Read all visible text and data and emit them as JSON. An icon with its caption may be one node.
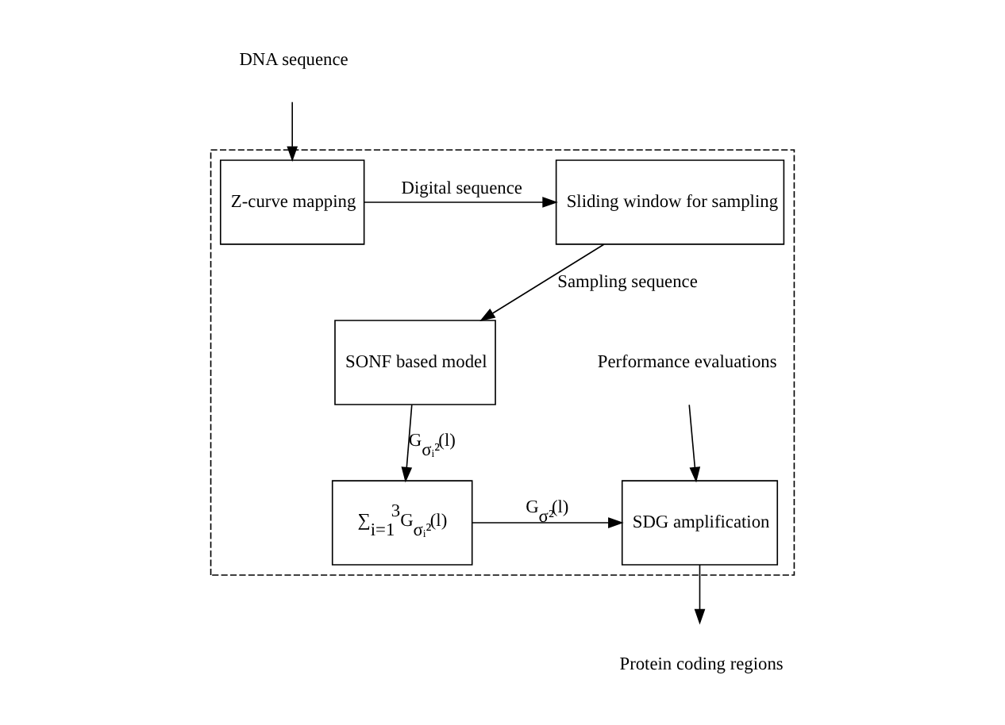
{
  "diagram": {
    "nodes": [
      {
        "text": [],
        "shape": "box"
      },
      {
        "text": [
          "DNA sequence"
        ]
      },
      {
        "text": [
          "Z-curve mapping"
        ],
        "in": 0
      },
      {
        "text": [
          "Sliding window for sampling"
        ],
        "in": 0
      },
      {
        "text": [
          "SONF based model"
        ],
        "in": 0
      },
      {
        "text": [
          "Performance evaluations"
        ],
        "in": 0
      },
      {
        "text": [
          "SDG amplification"
        ],
        "in": 0
      },
      {
        "text": [
          "∑$_{i=1}$$^{3}$G$_{σᵢ²}$(l)"
        ],
        "in": 0
      },
      {
        "text": [
          "Protein coding regions"
        ]
      }
    ],
    "edges": [
      {
        "from": 1,
        "to": 2,
        "arrow": "to"
      },
      {
        "from": 2,
        "to": 3,
        "arrow": "to",
        "label": "Digital sequence"
      },
      {
        "from": 3,
        "to": 4,
        "arrow": "to",
        "label": "Sampling sequence"
      },
      {
        "from": 4,
        "to": 7,
        "arrow": "to",
        "label": "G$_{σᵢ²}$(l)"
      },
      {
        "from": 7,
        "to": 6,
        "arrow": "to",
        "label": "G$_{σ²}$(l)"
      },
      {
        "from": 5,
        "to": 6,
        "arrow": "to"
      },
      {
        "from": 6,
        "to": 8,
        "arrow": "to"
      }
    ]
  }
}
